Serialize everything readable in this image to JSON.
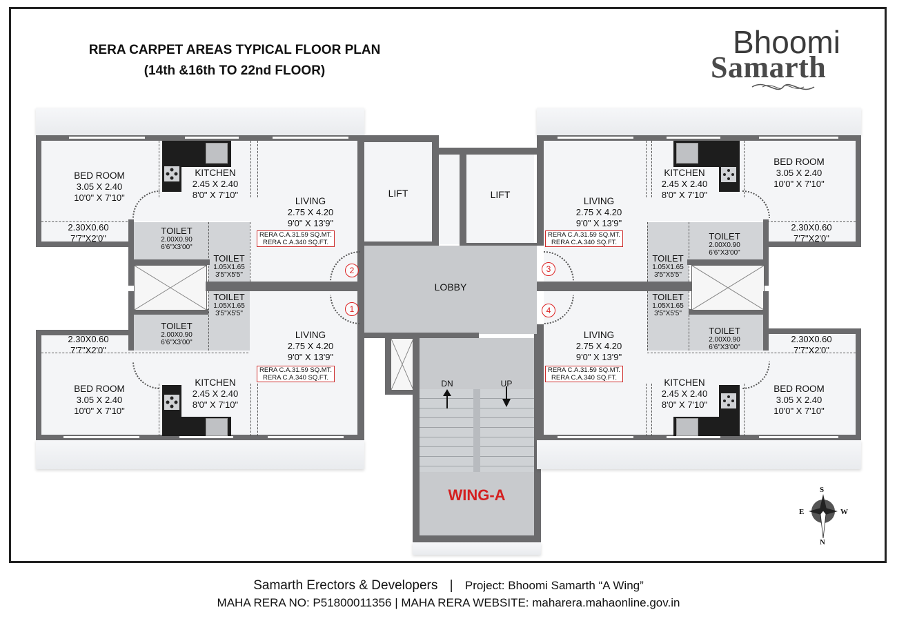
{
  "header": {
    "title_line1": "RERA CARPET AREAS TYPICAL FLOOR PLAN",
    "title_line2": "(14th &16th TO 22nd FLOOR)"
  },
  "logo": {
    "line1": "Bhoomi",
    "line2": "Samarth"
  },
  "rooms": {
    "bedroom": {
      "name": "BED ROOM",
      "metric": "3.05 X 2.40",
      "imperial": "10'0\" X 7'10\""
    },
    "kitchen": {
      "name": "KITCHEN",
      "metric": "2.45 X 2.40",
      "imperial": "8'0\" X 7'10\""
    },
    "living": {
      "name": "LIVING",
      "metric": "2.75 X 4.20",
      "imperial": "9'0\" X 13'9\""
    },
    "balcony": {
      "metric": "2.30X0.60",
      "imperial": "7'7\"X2'0\""
    },
    "toilet_large": {
      "name": "TOILET",
      "metric": "2.00X0.90",
      "imperial": "6'6\"X3'00\""
    },
    "toilet_small": {
      "name": "TOILET",
      "metric": "1.05X1.65",
      "imperial": "3'5\"X5'5\""
    }
  },
  "rera": {
    "line1": "RERA C.A.31.59 SQ.MT.",
    "line2": "RERA C.A.340 SQ.FT."
  },
  "flats": [
    {
      "number": "1",
      "position": "left-bottom"
    },
    {
      "number": "2",
      "position": "left-top"
    },
    {
      "number": "3",
      "position": "right-top"
    },
    {
      "number": "4",
      "position": "right-bottom"
    }
  ],
  "core": {
    "lift1": "LIFT",
    "lift2": "LIFT",
    "lobby": "LOBBY",
    "stair_down": "DN",
    "stair_up": "UP",
    "wing": "WING-A"
  },
  "colors": {
    "wall": "#6b6b6d",
    "rera_border": "#cc2b2b",
    "wing_label": "#d42020",
    "lobby": "#c8cacd"
  },
  "compass": {
    "top": "S",
    "bottom": "N",
    "left": "E",
    "right": "W"
  },
  "footer": {
    "line1_company": "Samarth Erectors & Developers",
    "line1_separator": "|",
    "line1_project": "Project: Bhoomi Samarth  “A Wing”",
    "line2": "MAHA RERA NO: P51800011356  | MAHA RERA WEBSITE: maharera.mahaonline.gov.in"
  }
}
